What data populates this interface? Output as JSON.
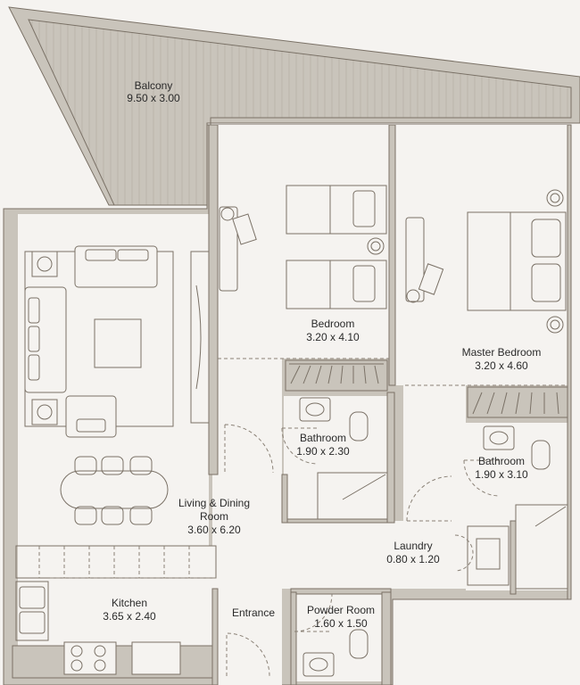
{
  "rooms": {
    "balcony": {
      "name": "Balcony",
      "size": "9.50 x 3.00"
    },
    "bedroom": {
      "name": "Bedroom",
      "size": "3.20 x 4.10"
    },
    "master_bedroom": {
      "name": "Master Bedroom",
      "size": "3.20 x 4.60"
    },
    "bathroom_1": {
      "name": "Bathroom",
      "size": "1.90 x 2.30"
    },
    "bathroom_2": {
      "name": "Bathroom",
      "size": "1.90 x 3.10"
    },
    "living_dining": {
      "name_line1": "Living & Dining",
      "name_line2": "Room",
      "size": "3.60 x 6.20"
    },
    "laundry": {
      "name": "Laundry",
      "size": "0.80 x 1.20"
    },
    "kitchen": {
      "name": "Kitchen",
      "size": "3.65 x 2.40"
    },
    "entrance": {
      "name": "Entrance"
    },
    "powder_room": {
      "name": "Powder Room",
      "size": "1.60 x 1.50"
    }
  },
  "colors": {
    "wall": "#c9c4bb",
    "line": "#7a7166",
    "floor": "#f5f3f0",
    "text": "#2a2a2a"
  }
}
